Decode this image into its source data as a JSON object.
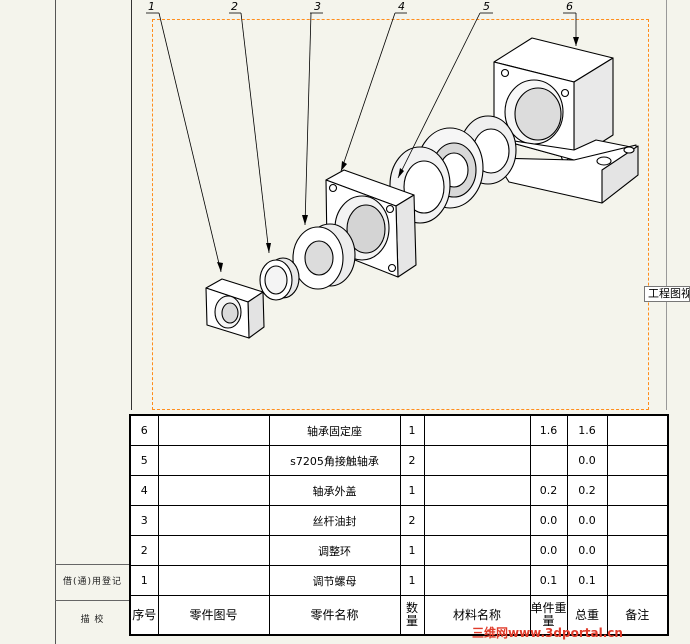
{
  "balloons": [
    "1",
    "2",
    "3",
    "4",
    "5",
    "6"
  ],
  "tooltip": "工程图视",
  "left_strip": {
    "label_top": "借(通)用登记",
    "label_bottom": "描 校"
  },
  "bom": {
    "headers": {
      "no": "序号",
      "part_code": "零件图号",
      "part_name": "零件名称",
      "qty": "数量",
      "material": "材料名称",
      "unit_weight": "单件重量",
      "total_weight": "总重",
      "remark": "备注"
    },
    "rows": [
      {
        "no": "6",
        "part_code": "",
        "part_name": "轴承固定座",
        "qty": "1",
        "material": "",
        "unit_weight": "1.6",
        "total_weight": "1.6",
        "remark": ""
      },
      {
        "no": "5",
        "part_code": "",
        "part_name": "s7205角接触轴承",
        "qty": "2",
        "material": "",
        "unit_weight": "",
        "total_weight": "0.0",
        "remark": ""
      },
      {
        "no": "4",
        "part_code": "",
        "part_name": "轴承外盖",
        "qty": "1",
        "material": "",
        "unit_weight": "0.2",
        "total_weight": "0.2",
        "remark": ""
      },
      {
        "no": "3",
        "part_code": "",
        "part_name": "丝杆油封",
        "qty": "2",
        "material": "",
        "unit_weight": "0.0",
        "total_weight": "0.0",
        "remark": ""
      },
      {
        "no": "2",
        "part_code": "",
        "part_name": "调整环",
        "qty": "1",
        "material": "",
        "unit_weight": "0.0",
        "total_weight": "0.0",
        "remark": ""
      },
      {
        "no": "1",
        "part_code": "",
        "part_name": "调节螺母",
        "qty": "1",
        "material": "",
        "unit_weight": "0.1",
        "total_weight": "0.1",
        "remark": ""
      }
    ]
  },
  "watermark": "三维网www.3dportal.cn"
}
